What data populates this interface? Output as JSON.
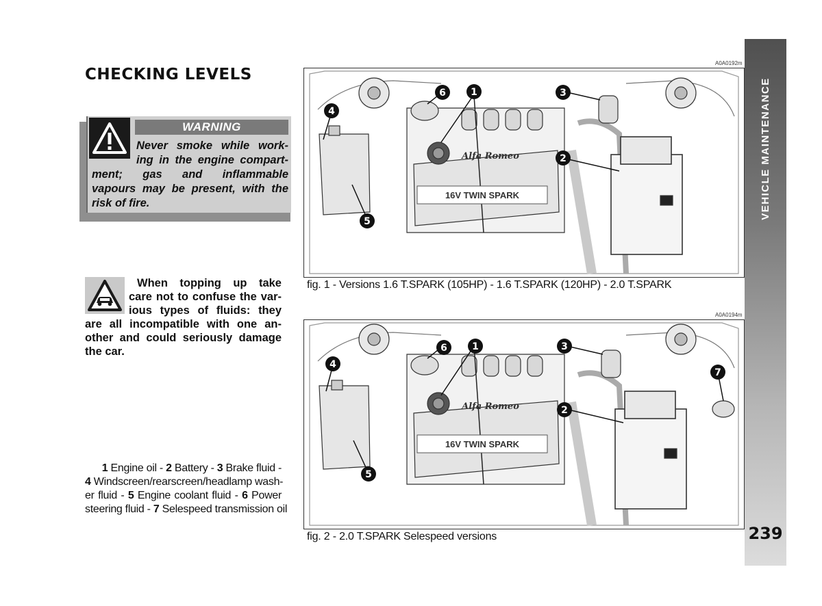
{
  "heading": "CHECKING LEVELS",
  "warning": {
    "header": "WARNING",
    "lines": [
      "Never smoke while work-",
      "ing in the engine compart-",
      "ment; gas and inflammable",
      "vapours may be present, with the",
      "risk of fire."
    ],
    "icon": "warning-triangle-icon"
  },
  "note": {
    "icon": "car-caution-icon",
    "lines": [
      "When topping up take",
      "care not to confuse the var-",
      "ious types of fluids: they",
      "are all incompatible with one an-",
      "other and could seriously damage",
      "the car."
    ]
  },
  "legend": {
    "items": [
      {
        "num": "1",
        "label": "Engine oil"
      },
      {
        "num": "2",
        "label": "Battery"
      },
      {
        "num": "3",
        "label": "Brake fluid"
      },
      {
        "num": "4",
        "label": "Windscreen/rearscreen/headlamp washer fluid"
      },
      {
        "num": "5",
        "label": "Engine coolant fluid"
      },
      {
        "num": "6",
        "label": "Power steering fluid"
      },
      {
        "num": "7",
        "label": "Selespeed transmission oil"
      }
    ],
    "line1_text": "Engine oil - ",
    "line1_text2": "Battery - ",
    "line1_text3": "Brake fluid -",
    "line2_text": "Windscreen/rearscreen/headlamp wash-",
    "line3_text1": "er fluid - ",
    "line3_text2": "Engine coolant fluid - ",
    "line3_text3": "Power",
    "line4_text1": "steering fluid - ",
    "line4_text2": "Selespeed transmission oil"
  },
  "figures": [
    {
      "code": "A0A0192m",
      "caption": "fig. 1 - Versions 1.6 T.SPARK (105HP) - 1.6 T.SPARK (120HP) - 2.0 T.SPARK",
      "engine_label": "16V TWIN SPARK",
      "brand_script": "Alfa Romeo",
      "callouts": [
        "1",
        "2",
        "3",
        "4",
        "5",
        "6"
      ]
    },
    {
      "code": "A0A0194m",
      "caption": "fig. 2 - 2.0 T.SPARK Selespeed versions",
      "engine_label": "16V TWIN SPARK",
      "brand_script": "Alfa Romeo",
      "callouts": [
        "1",
        "2",
        "3",
        "4",
        "5",
        "6",
        "7"
      ]
    }
  ],
  "side_tab": {
    "label": "VEHICLE MAINTENANCE"
  },
  "page_number": "239"
}
